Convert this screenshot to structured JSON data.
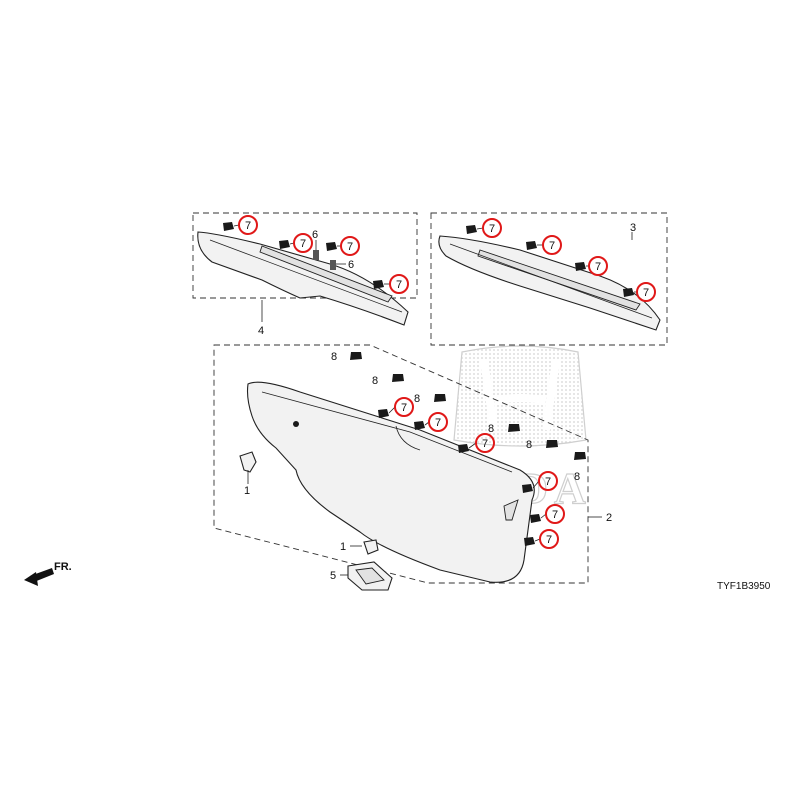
{
  "diagram": {
    "code": "TYF1B3950",
    "direction_label": "FR.",
    "watermark": {
      "text": "HONDA"
    }
  },
  "callouts": {
    "p1": "1",
    "p2": "2",
    "p3": "3",
    "p4": "4",
    "p5": "5",
    "p6": "6",
    "p7": "7",
    "p8": "8"
  },
  "style": {
    "highlight_color": "#e01818",
    "line_color": "#222222"
  }
}
